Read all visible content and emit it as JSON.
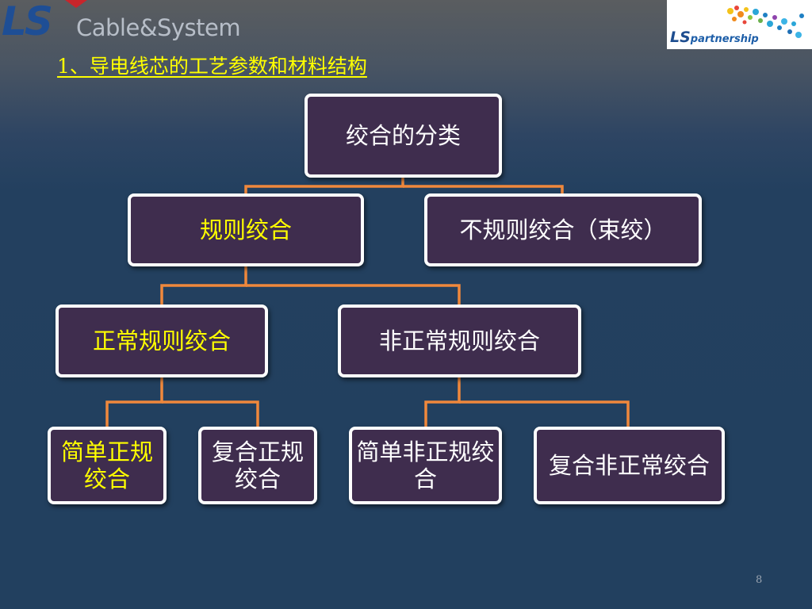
{
  "header": {
    "brand_mark": "LS",
    "brand_name": "Cable&System",
    "partner_logo": {
      "mark": "LS",
      "text": "partnership"
    }
  },
  "slide": {
    "title": "1、导电线芯的工艺参数和材料结构",
    "page_number": "8"
  },
  "diagram": {
    "root": "绞合的分类",
    "level1": [
      "规则绞合",
      "不规则绞合（束绞）"
    ],
    "level2": [
      "正常规则绞合",
      "非正常规则绞合"
    ],
    "level3": [
      "简单正规绞合",
      "复合正规绞合",
      "简单非正规绞合",
      "复合非正常绞合"
    ]
  },
  "colors": {
    "box_fill": "#3f2d4e",
    "box_border": "#ffffff",
    "connector": "#f0883c",
    "highlight_text": "#ffff00",
    "normal_text": "#ffffff",
    "title": "#ffff00"
  }
}
